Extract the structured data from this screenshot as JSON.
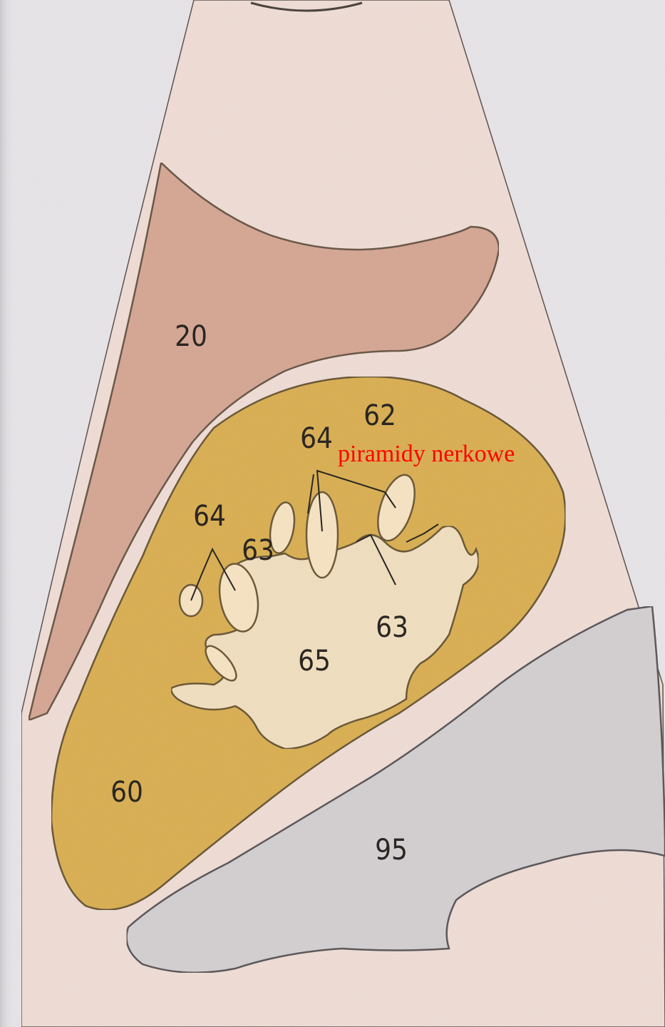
{
  "diagram": {
    "annotation": "piramidy nerkowe",
    "region_labels": {
      "r20": "20",
      "r62": "62",
      "r64_top": "64",
      "r64_left": "64",
      "r63_left": "63",
      "r63_right": "63",
      "r65": "65",
      "r60": "60",
      "r95": "95"
    },
    "colors": {
      "background": "#e9e7ea",
      "page_pink": "#f1dfd8",
      "muscle": "#d8aa98",
      "kidney": "#dcb257",
      "sinus": "#f3e1c2",
      "lower_grey": "#d6d2d4",
      "annotation": "#ff0000",
      "outline": "#6d5a4a"
    }
  }
}
